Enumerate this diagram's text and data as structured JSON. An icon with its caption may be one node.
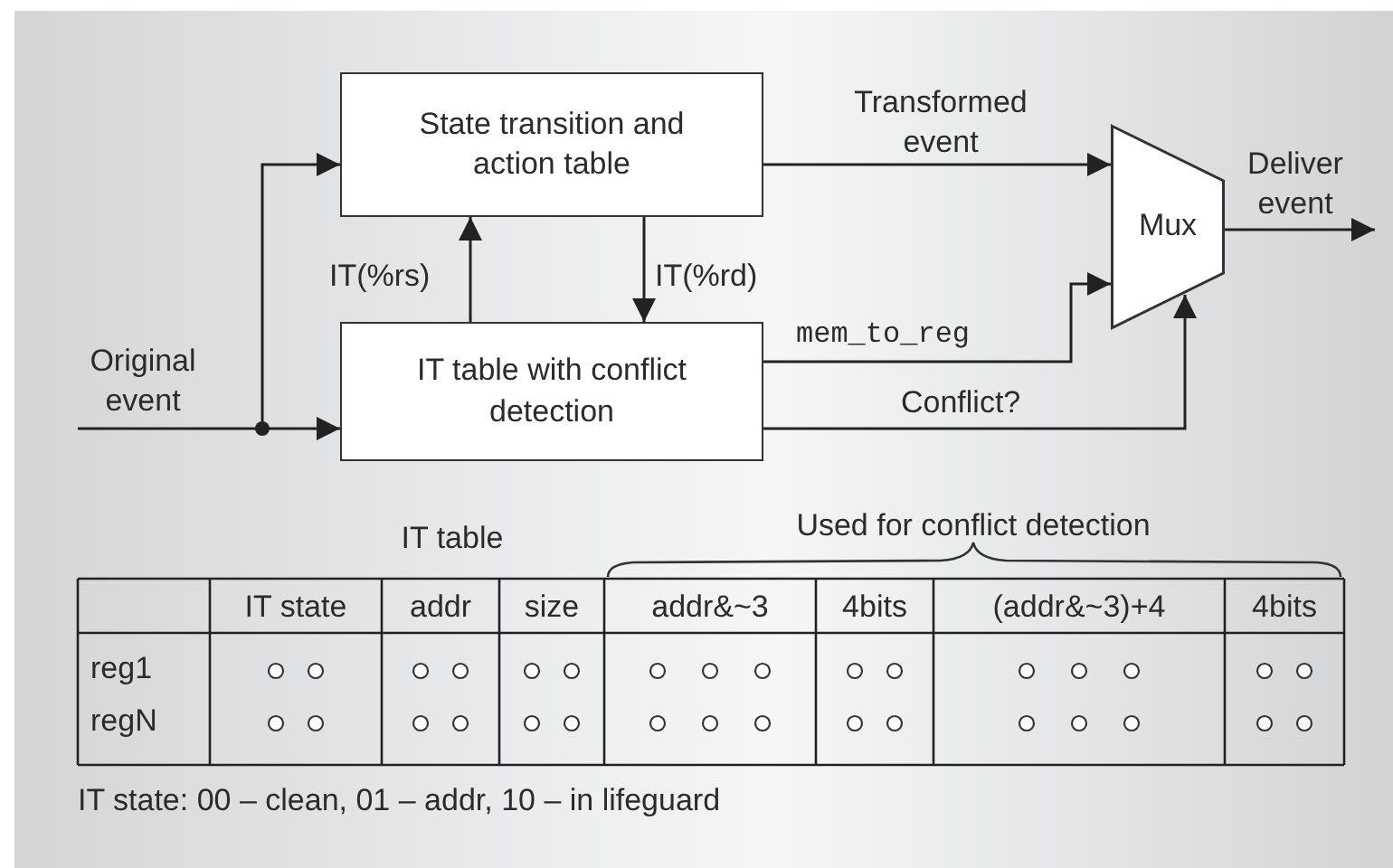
{
  "diagram": {
    "nodes": [
      {
        "text": [
          "State transition and action table"
        ]
      },
      {
        "text": [
          "IT table with conflict detection"
        ]
      },
      {
        "text": [
          "Mux"
        ]
      }
    ],
    "edges": [
      {
        "from": null,
        "to": 1,
        "arrow": "to",
        "label": "Original event"
      },
      {
        "from": null,
        "to": 0,
        "arrow": "to"
      },
      {
        "from": 0,
        "to": 2,
        "arrow": "to",
        "label": "Transformed event"
      },
      {
        "from": 1,
        "to": 0,
        "arrow": "to",
        "label": "IT(%rs)"
      },
      {
        "from": 0,
        "to": 1,
        "arrow": "to",
        "label": "IT(%rd)"
      },
      {
        "from": 1,
        "to": 2,
        "arrow": "to",
        "label": "mem_to_reg"
      },
      {
        "from": 1,
        "to": 2,
        "arrow": "to",
        "label": "Conflict?"
      },
      {
        "from": 2,
        "to": null,
        "arrow": "to",
        "label": "Deliver event"
      }
    ],
    "labels": [
      "IT table",
      "Used for conflict detection",
      "IT state",
      "addr",
      "size",
      "addr&~3",
      "4bits",
      "(addr&~3)+4",
      "4bits",
      "reg1",
      "regN",
      "IT state: 00 – clean, 01 – addr, 10 – in lifeguard"
    ]
  }
}
